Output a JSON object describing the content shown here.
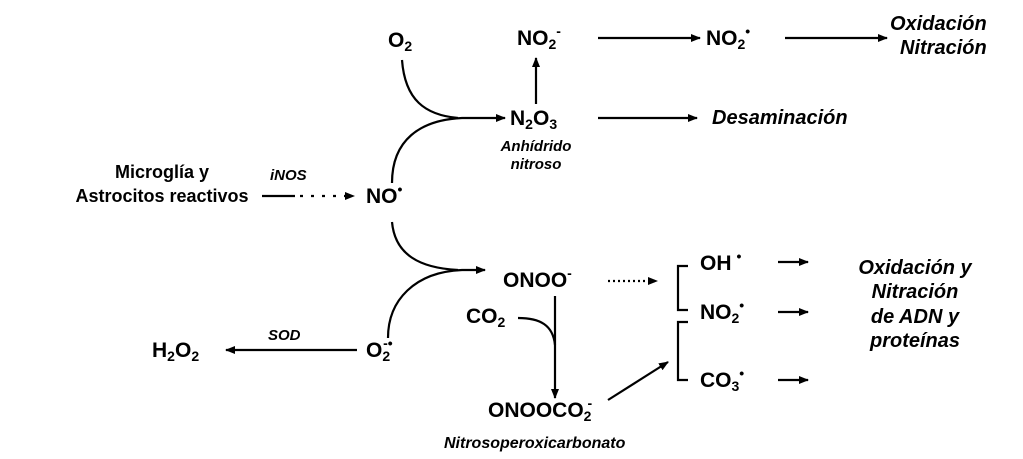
{
  "species": {
    "o2": {
      "base": "O",
      "sub": "2"
    },
    "no2_anion": {
      "base": "NO",
      "sub": "2",
      "sup": "-"
    },
    "no2_radical_top": {
      "base": "NO",
      "sub": "2",
      "sup": "•"
    },
    "n2o3": {
      "a": "N",
      "sub1": "2",
      "b": "O",
      "sub2": "3"
    },
    "no_radical": {
      "base": "NO",
      "sup": "•"
    },
    "onoo": {
      "base": "ONOO",
      "sup": "-"
    },
    "co2": {
      "base": "CO",
      "sub": "2"
    },
    "onooco2": {
      "base": "ONOOCO",
      "sub": "2",
      "sup": "-"
    },
    "superoxide": {
      "base": "O",
      "sub": "2",
      "sup": "-•"
    },
    "h2o2": {
      "a": "H",
      "sub1": "2",
      "b": "O",
      "sub2": "2"
    },
    "oh": {
      "base": "OH",
      "sup": "•"
    },
    "no2_radical_bottom": {
      "base": "NO",
      "sub": "2",
      "sup": "•"
    },
    "co3": {
      "base": "CO",
      "sub": "3",
      "sup": "•"
    }
  },
  "labels": {
    "source": [
      "Microglía y",
      "Astrocitos reactivos"
    ],
    "anhidrido": [
      "Anhídrido",
      "nitroso"
    ],
    "nitrosoperoxi": "Nitrosoperoxicarbonato"
  },
  "enzymes": {
    "inos": "iNOS",
    "sod": "SOD"
  },
  "outcomes": {
    "top": [
      "Oxidación",
      "Nitración"
    ],
    "desaminacion": "Desaminación",
    "right": [
      "Oxidación y",
      "Nitración",
      "de ADN y",
      "proteínas"
    ]
  }
}
